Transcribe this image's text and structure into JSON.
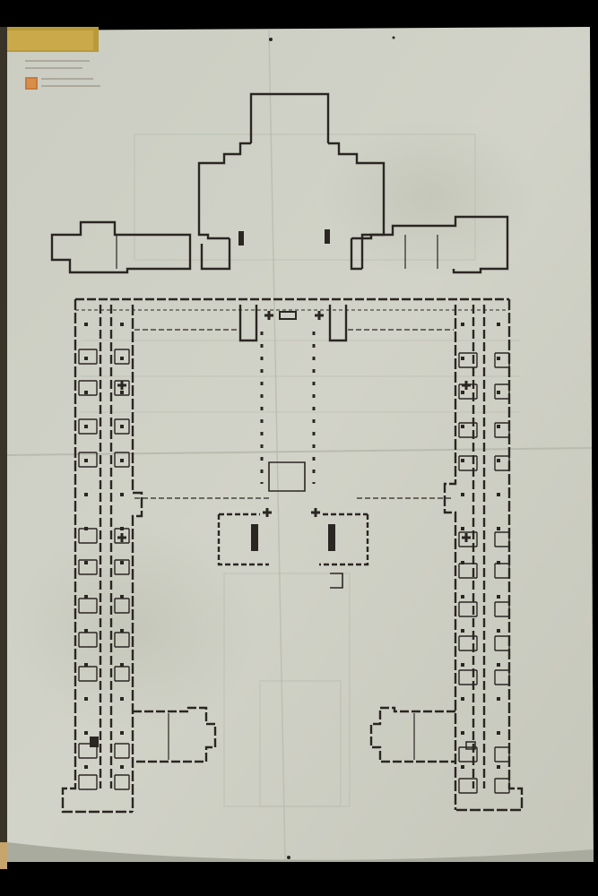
{
  "image": {
    "subject": "architectural-floor-plan-drawing",
    "frame_color": "#000000",
    "paper_color": "#cfd0c4",
    "ink_color": "#2a2622"
  },
  "stamp_label": {
    "lines": [
      "",
      "",
      "",
      ""
    ]
  },
  "icons": [
    "stamp-mark",
    "tape-strip"
  ]
}
